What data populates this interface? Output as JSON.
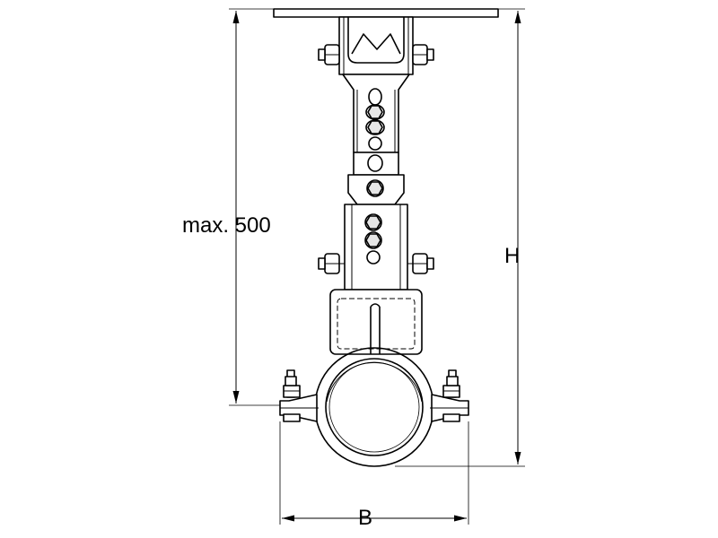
{
  "dimensions": {
    "max_length_label": "max. 500",
    "height_label": "H",
    "width_label": "B"
  },
  "colors": {
    "line": "#000000",
    "shade": "#e6e6e6",
    "background": "#ffffff"
  }
}
